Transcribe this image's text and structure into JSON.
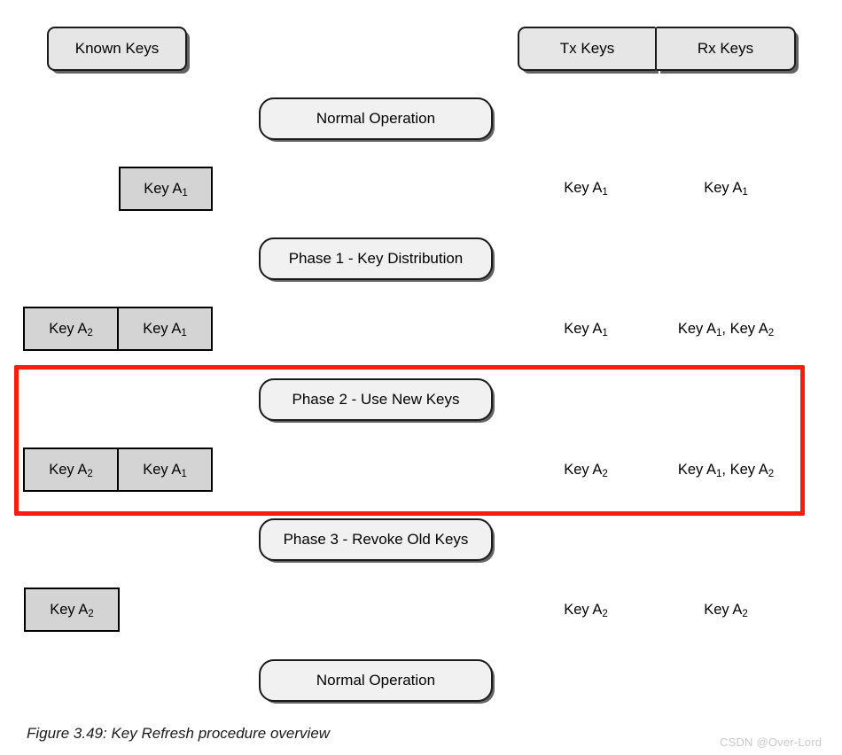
{
  "figure": {
    "caption": "Figure 3.49: Key Refresh procedure overview",
    "watermark": "CSDN @Over-Lord",
    "highlight_color": "#fb1d0b",
    "box_fill": "#e6e6e6",
    "phase_fill": "#f1f1f1",
    "key_fill": "#d4d4d4"
  },
  "headers": {
    "known_keys": "Known Keys",
    "tx_keys": "Tx Keys",
    "rx_keys": "Rx Keys"
  },
  "phases": [
    {
      "label": "Normal Operation"
    },
    {
      "label": "Phase 1 - Key Distribution"
    },
    {
      "label": "Phase 2 - Use New Keys"
    },
    {
      "label": "Phase 3 - Revoke Old Keys"
    },
    {
      "label": "Normal Operation"
    }
  ],
  "key_rows": [
    {
      "cells": [
        {
          "name": "Key A",
          "sub": "1"
        }
      ],
      "tx": [
        {
          "name": "Key A",
          "sub": "1"
        }
      ],
      "rx": [
        {
          "name": "Key A",
          "sub": "1"
        }
      ]
    },
    {
      "cells": [
        {
          "name": "Key A",
          "sub": "2"
        },
        {
          "name": "Key A",
          "sub": "1"
        }
      ],
      "tx": [
        {
          "name": "Key A",
          "sub": "1"
        }
      ],
      "rx": [
        {
          "name": "Key A",
          "sub": "1"
        },
        {
          "name": "Key A",
          "sub": "2"
        }
      ]
    },
    {
      "cells": [
        {
          "name": "Key A",
          "sub": "2"
        },
        {
          "name": "Key A",
          "sub": "1"
        }
      ],
      "tx": [
        {
          "name": "Key A",
          "sub": "2"
        }
      ],
      "rx": [
        {
          "name": "Key A",
          "sub": "1"
        },
        {
          "name": "Key A",
          "sub": "2"
        }
      ]
    },
    {
      "cells": [
        {
          "name": "Key A",
          "sub": "2"
        }
      ],
      "tx": [
        {
          "name": "Key A",
          "sub": "2"
        }
      ],
      "rx": [
        {
          "name": "Key A",
          "sub": "2"
        }
      ]
    }
  ],
  "highlighted_phase_index": 2
}
